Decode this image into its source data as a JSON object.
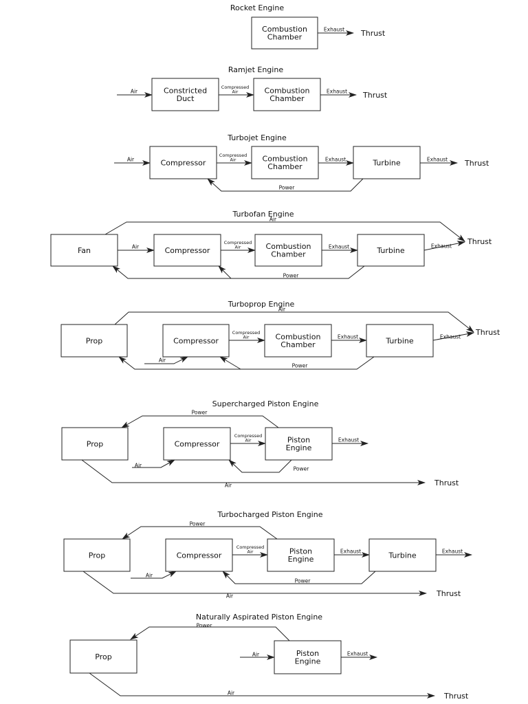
{
  "diagrams": [
    {
      "title": "Rocket Engine",
      "blocks": [
        "Combustion\nChamber"
      ],
      "flows": [
        "Exhaust"
      ],
      "output": "Thrust"
    },
    {
      "title": "Ramjet Engine",
      "blocks": [
        "Constricted\nDuct",
        "Combustion\nChamber"
      ],
      "flows": [
        "Air",
        "Compressed\nAir",
        "Exhaust"
      ],
      "output": "Thrust"
    },
    {
      "title": "Turbojet Engine",
      "blocks": [
        "Compressor",
        "Combustion\nChamber",
        "Turbine"
      ],
      "flows": [
        "Air",
        "Compressed\nAir",
        "Exhaust",
        "Exhaust",
        "Power"
      ],
      "output": "Thrust"
    },
    {
      "title": "Turbofan Engine",
      "blocks": [
        "Fan",
        "Compressor",
        "Combustion\nChamber",
        "Turbine"
      ],
      "flows": [
        "Air",
        "Air",
        "Compressed\nAir",
        "Exhaust",
        "Exhaust",
        "Power"
      ],
      "output": "Thrust"
    },
    {
      "title": "Turboprop Engine",
      "blocks": [
        "Prop",
        "Compressor",
        "Combustion\nChamber",
        "Turbine"
      ],
      "flows": [
        "Air",
        "Air",
        "Compressed\nAir",
        "Exhaust",
        "Exhaust",
        "Power"
      ],
      "output": "Thrust"
    },
    {
      "title": "Supercharged Piston Engine",
      "blocks": [
        "Prop",
        "Compressor",
        "Piston\nEngine"
      ],
      "flows": [
        "Power",
        "Air",
        "Compressed\nAir",
        "Exhaust",
        "Power",
        "Air"
      ],
      "output": "Thrust"
    },
    {
      "title": "Turbocharged Piston Engine",
      "blocks": [
        "Prop",
        "Compressor",
        "Piston\nEngine",
        "Turbine"
      ],
      "flows": [
        "Power",
        "Air",
        "Compressed\nAir",
        "Exhaust",
        "Exhaust",
        "Power",
        "Air"
      ],
      "output": "Thrust"
    },
    {
      "title": "Naturally Aspirated Piston Engine",
      "blocks": [
        "Prop",
        "Piston\nEngine"
      ],
      "flows": [
        "Power",
        "Air",
        "Exhaust",
        "Air"
      ],
      "output": "Thrust"
    }
  ]
}
